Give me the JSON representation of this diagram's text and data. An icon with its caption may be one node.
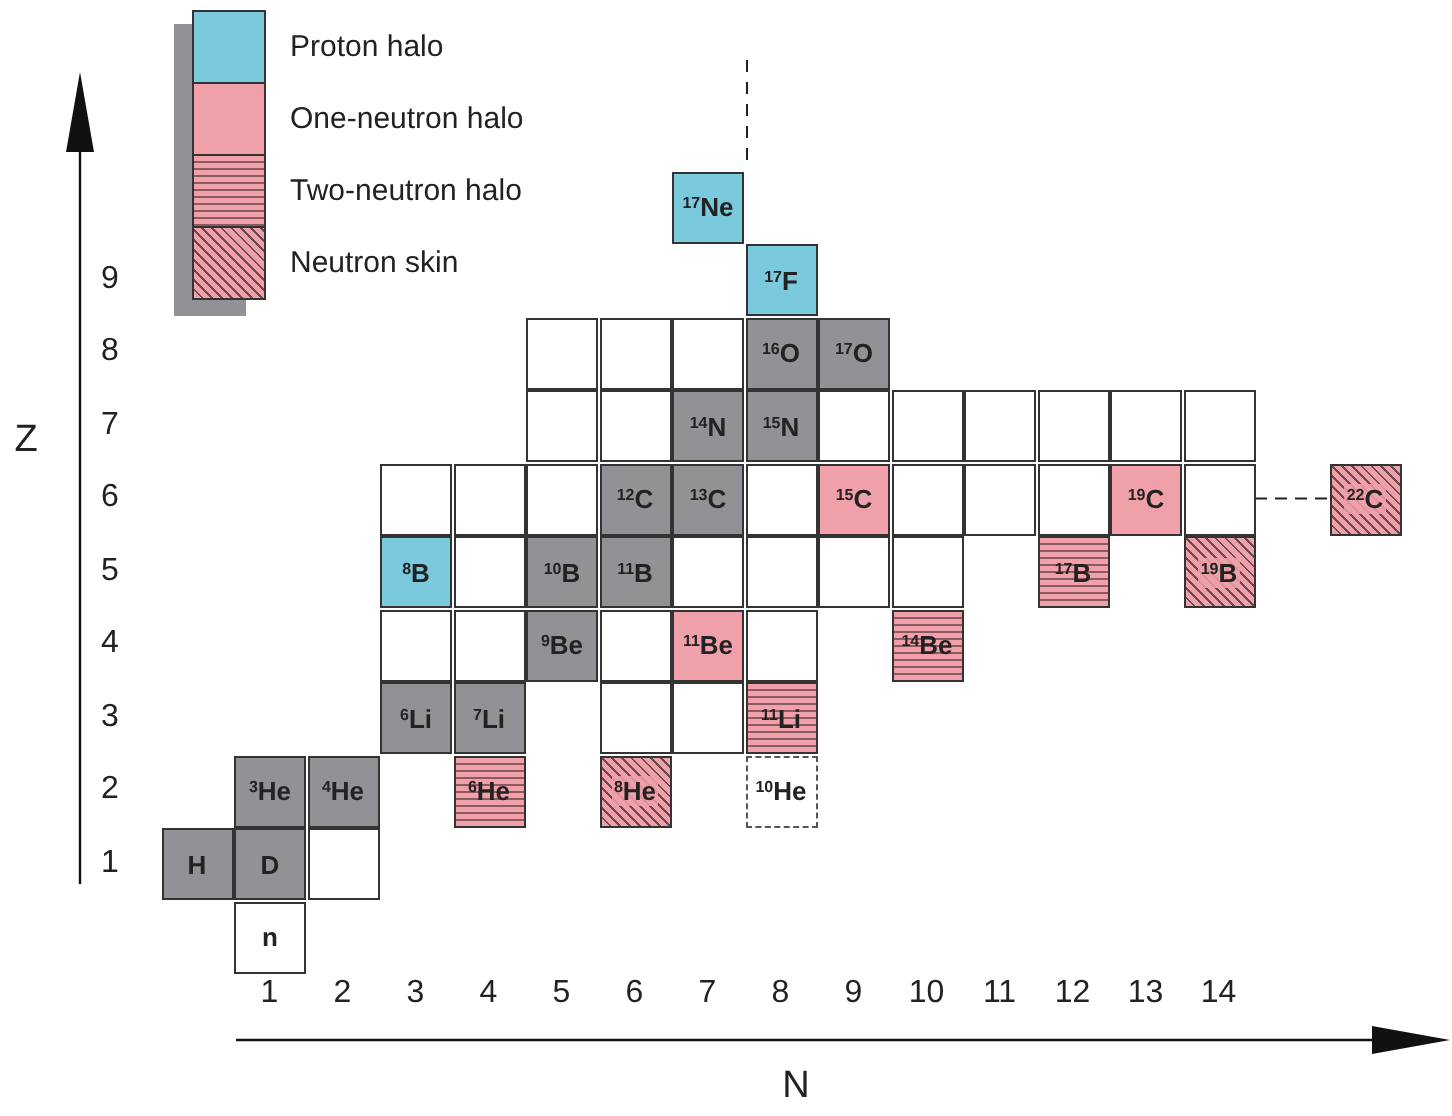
{
  "diagram": {
    "nodes": [
      {
        "text": [
          "$^{17}$Ne"
        ]
      },
      {
        "text": [
          "$^{17}$F"
        ]
      },
      {
        "text": [],
        "shape": "box"
      },
      {
        "text": [],
        "shape": "box"
      },
      {
        "text": [],
        "shape": "box"
      },
      {
        "text": [
          "$^{16}$O"
        ]
      },
      {
        "text": [
          "$^{17}$O"
        ]
      },
      {
        "text": [],
        "shape": "box"
      },
      {
        "text": [],
        "shape": "box"
      },
      {
        "text": [
          "$^{14}$N"
        ]
      },
      {
        "text": [
          "$^{15}$N"
        ]
      },
      {
        "text": [],
        "shape": "box"
      },
      {
        "text": [],
        "shape": "box"
      },
      {
        "text": [],
        "shape": "box"
      },
      {
        "text": [],
        "shape": "box"
      },
      {
        "text": [],
        "shape": "box"
      },
      {
        "text": [],
        "shape": "box"
      },
      {
        "text": [],
        "shape": "box"
      },
      {
        "text": [],
        "shape": "box"
      },
      {
        "text": [],
        "shape": "box"
      },
      {
        "text": [
          "$^{12}$C"
        ]
      },
      {
        "text": [
          "$^{13}$C"
        ]
      },
      {
        "text": [],
        "shape": "box"
      },
      {
        "text": [
          "$^{15}$C"
        ]
      },
      {
        "text": [],
        "shape": "box"
      },
      {
        "text": [],
        "shape": "box"
      },
      {
        "text": [],
        "shape": "box"
      },
      {
        "text": [
          "$^{19}$C"
        ]
      },
      {
        "text": [],
        "shape": "box"
      },
      {
        "text": [
          "$^{22}$C"
        ]
      },
      {
        "text": [
          "$^{8}$B"
        ]
      },
      {
        "text": [],
        "shape": "box"
      },
      {
        "text": [
          "$^{10}$B"
        ]
      },
      {
        "text": [
          "$^{11}$B"
        ]
      },
      {
        "text": [],
        "shape": "box"
      },
      {
        "text": [],
        "shape": "box"
      },
      {
        "text": [],
        "shape": "box"
      },
      {
        "text": [],
        "shape": "box"
      },
      {
        "text": [
          "$^{17}$B"
        ]
      },
      {
        "text": [
          "$^{19}$B"
        ]
      },
      {
        "text": [],
        "shape": "box"
      },
      {
        "text": [],
        "shape": "box"
      },
      {
        "text": [
          "$^{9}$Be"
        ]
      },
      {
        "text": [],
        "shape": "box"
      },
      {
        "text": [
          "$^{11}$Be"
        ]
      },
      {
        "text": [],
        "shape": "box"
      },
      {
        "text": [
          "$^{14}$Be"
        ]
      },
      {
        "text": [
          "$^{6}$Li"
        ]
      },
      {
        "text": [
          "$^{7}$Li"
        ]
      },
      {
        "text": [],
        "shape": "box"
      },
      {
        "text": [],
        "shape": "box"
      },
      {
        "text": [
          "$^{11}$Li"
        ]
      },
      {
        "text": [
          "$^{3}$He"
        ]
      },
      {
        "text": [
          "$^{4}$He"
        ]
      },
      {
        "text": [
          "$^{6}$He"
        ]
      },
      {
        "text": [
          "$^{8}$He"
        ]
      },
      {
        "text": [
          "$^{10}$He"
        ]
      },
      {
        "text": [
          "H"
        ]
      },
      {
        "text": [
          "D"
        ]
      },
      {
        "text": [],
        "shape": "box"
      },
      {
        "text": [
          "n"
        ]
      }
    ],
    "edges": [
      {
        "from": 28,
        "to": 29,
        "arrow": "none",
        "style": "dashed"
      }
    ],
    "labels": [
      "Z",
      "9",
      "8",
      "7",
      "6",
      "5",
      "4",
      "3",
      "2",
      "1",
      "1",
      "2",
      "3",
      "4",
      "5",
      "6",
      "7",
      "8",
      "9",
      "10",
      "11",
      "12",
      "13",
      "14",
      "N"
    ],
    "legend": [
      {
        "text": "Proton halo",
        "color": "#7ac9dc"
      },
      {
        "text": "One-neutron halo",
        "color": "#f0a0a8"
      },
      {
        "text": "Two-neutron halo"
      },
      {
        "text": "Neutron skin"
      }
    ]
  }
}
